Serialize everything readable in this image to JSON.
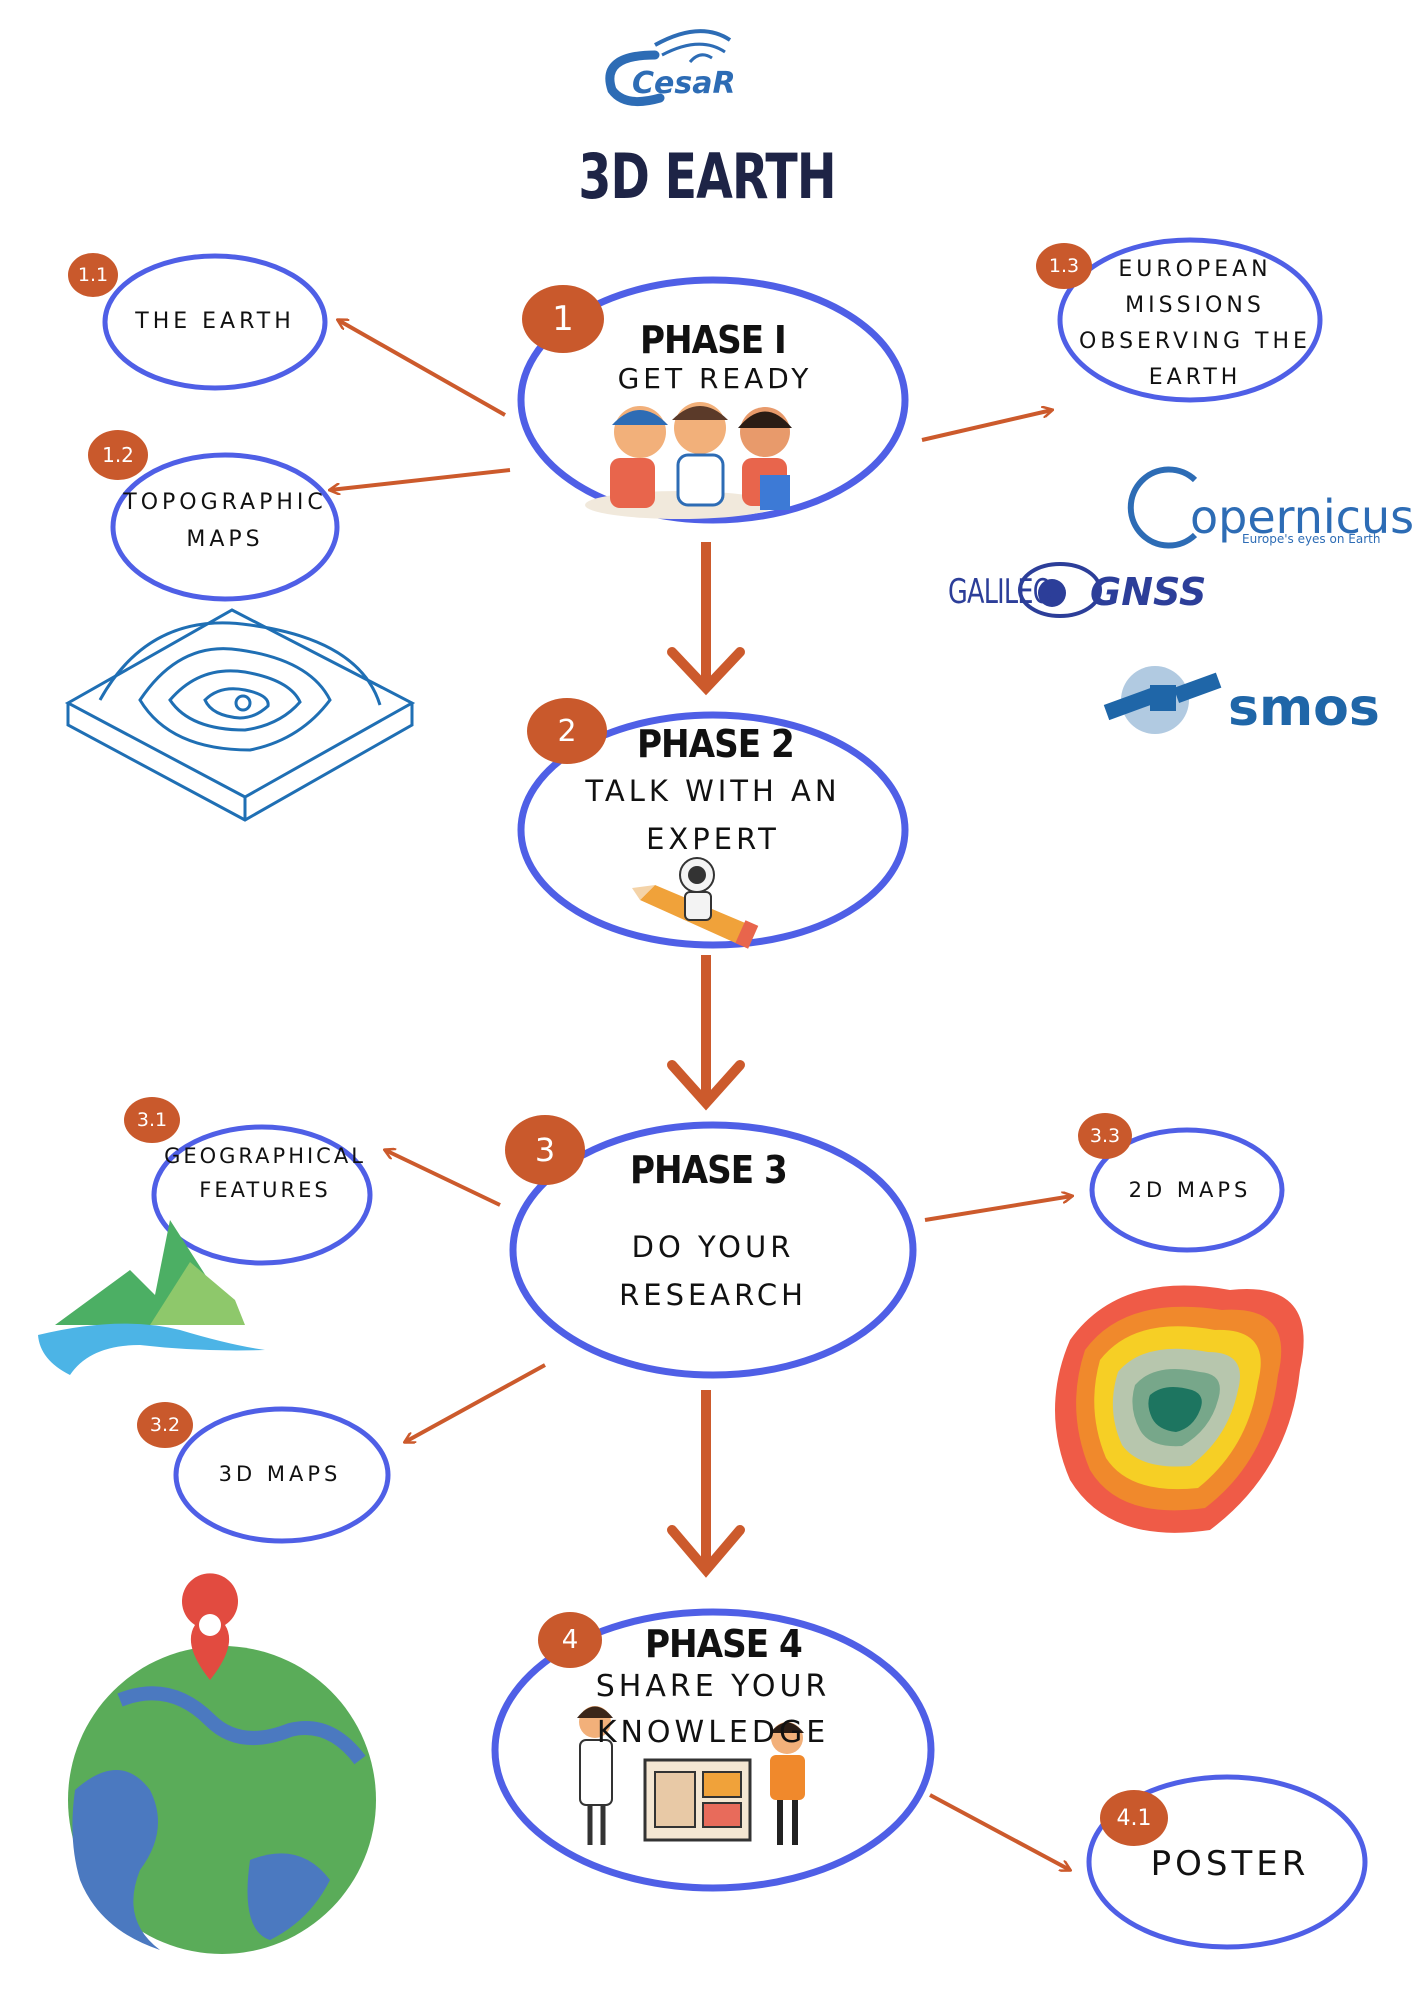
{
  "logo": {
    "text": "CesaR"
  },
  "title": "3D EARTH",
  "phases": [
    {
      "num": "1",
      "title": "PHASE I",
      "label": "GET READY"
    },
    {
      "num": "2",
      "title": "PHASE 2",
      "label_line1": "TALK WITH AN",
      "label_line2": "EXPERT"
    },
    {
      "num": "3",
      "title": "PHASE 3",
      "label_line1": "DO YOUR",
      "label_line2": "RESEARCH"
    },
    {
      "num": "4",
      "title": "PHASE 4",
      "label_line1": "SHARE YOUR",
      "label_line2": "KNOWLEDGE"
    }
  ],
  "subtopics": {
    "s1_1": {
      "num": "1.1",
      "label": "THE EARTH"
    },
    "s1_2": {
      "num": "1.2",
      "label_line1": "TOPOGRAPHIC",
      "label_line2": "MAPS"
    },
    "s1_3": {
      "num": "1.3",
      "label_line1": "EUROPEAN",
      "label_line2": "MISSIONS",
      "label_line3": "OBSERVING THE",
      "label_line4": "EARTH"
    },
    "s3_1": {
      "num": "3.1",
      "label_line1": "GEOGRAPHICAL",
      "label_line2": "FEATURES"
    },
    "s3_2": {
      "num": "3.2",
      "label": "3D MAPS"
    },
    "s3_3": {
      "num": "3.3",
      "label": "2D MAPS"
    },
    "s4_1": {
      "num": "4.1",
      "label": "POSTER"
    }
  },
  "logos": {
    "copernicus": "opernicus",
    "copernicus_tagline": "Europe's eyes on Earth",
    "galileo": "GALILEO",
    "gnss": "GNSS",
    "smos": "smos"
  },
  "colors": {
    "ellipse": "#4f5fe6",
    "arrow": "#cc5a2c",
    "badge": "#c9592c",
    "title": "#1e2446",
    "logo": "#2d6cb5"
  },
  "icons": [
    "cesar-logo",
    "children-illustration",
    "astronaut-pencil-illustration",
    "topographic-block-icon",
    "mountain-river-icon",
    "contour-heatmap-icon",
    "globe-pin-icon",
    "scientists-presentation-illustration",
    "copernicus-logo",
    "galileo-gnss-logo",
    "smos-satellite-logo"
  ]
}
